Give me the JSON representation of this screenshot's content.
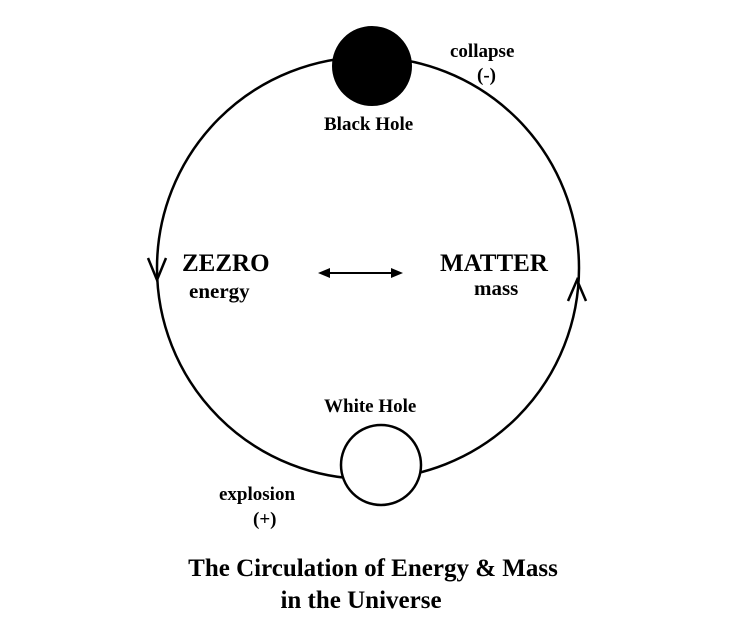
{
  "labels": {
    "black_hole": "Black Hole",
    "white_hole": "White Hole",
    "collapse": "collapse",
    "collapse_sign": "(-)",
    "explosion": "explosion",
    "explosion_sign": "(+)",
    "zezro": "ZEZRO",
    "energy": "energy",
    "matter": "MATTER",
    "mass": "mass"
  },
  "caption": {
    "line1": "The Circulation of Energy & Mass",
    "line2": "in the Universe"
  },
  "colors": {
    "stroke": "#000000",
    "black_hole_fill": "#000000",
    "white_hole_fill": "#ffffff"
  }
}
